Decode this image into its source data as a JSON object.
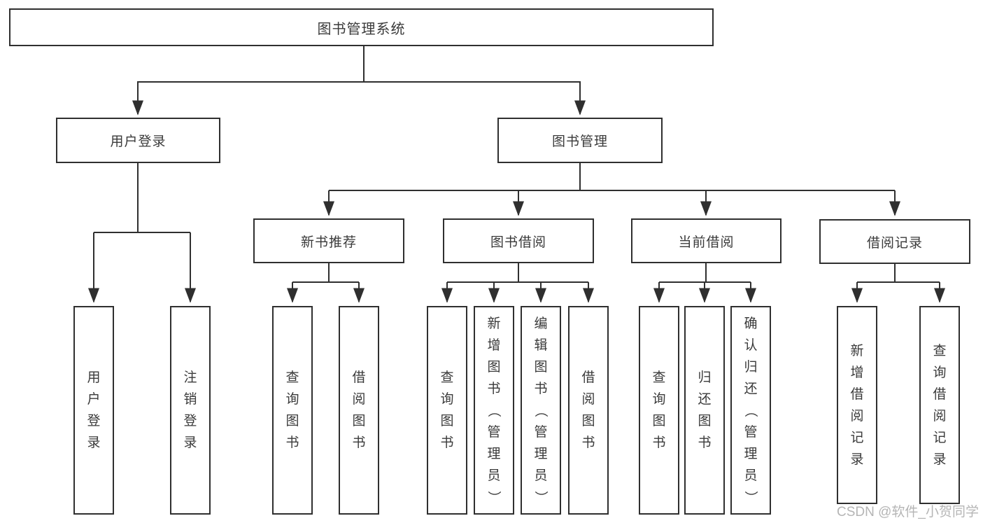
{
  "colors": {
    "line": "#2f2f2f",
    "box_border": "#2f2f2f",
    "text": "#3a3a3a",
    "watermark": "#b5b5b5",
    "background": "#ffffff"
  },
  "diagram": {
    "root": {
      "label": "图书管理系统"
    },
    "level2": [
      {
        "label": "用户登录",
        "leaves": [
          "用户登录",
          "注销登录"
        ]
      },
      {
        "label": "图书管理",
        "children": [
          {
            "label": "新书推荐",
            "leaves": [
              "查询图书",
              "借阅图书"
            ]
          },
          {
            "label": "图书借阅",
            "leaves": [
              "查询图书",
              "新增图书（管理员）",
              "编辑图书（管理员）",
              "借阅图书"
            ]
          },
          {
            "label": "当前借阅",
            "leaves": [
              "查询图书",
              "归还图书",
              "确认归还（管理员）"
            ]
          },
          {
            "label": "借阅记录",
            "leaves": [
              "新增借阅记录",
              "查询借阅记录"
            ]
          }
        ]
      }
    ]
  },
  "watermark": "CSDN @软件_小贺同学"
}
